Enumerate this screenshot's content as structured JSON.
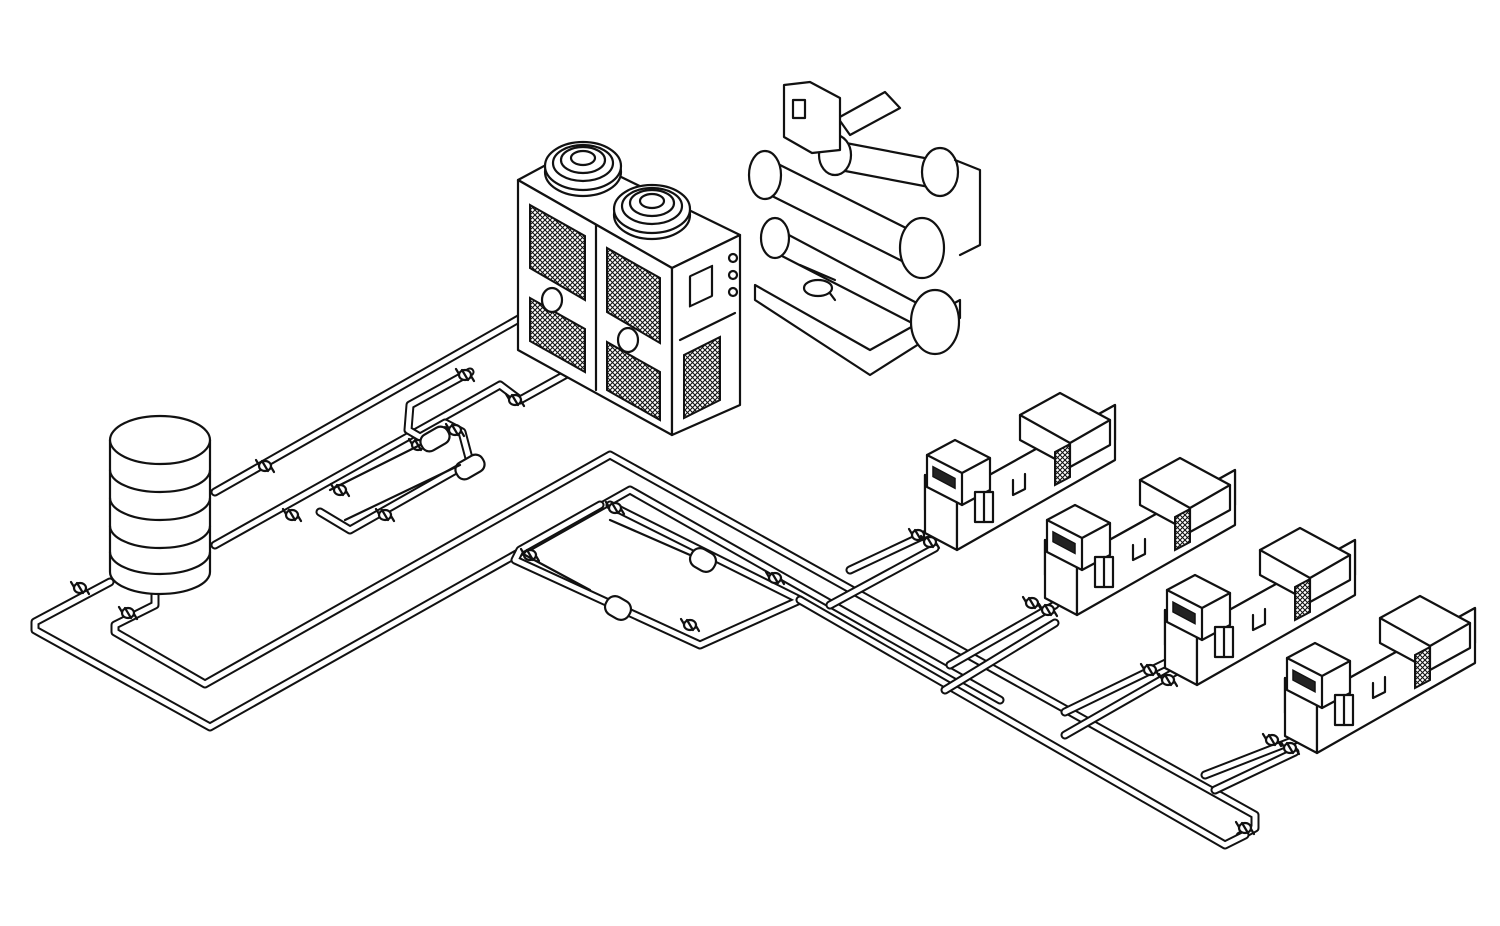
{
  "diagram": {
    "kind": "isometric HVAC chilled-water piping schematic",
    "style": "black line art on white",
    "components": [
      {
        "name": "water-storage-tank",
        "icon": "cylindrical-tank-icon"
      },
      {
        "name": "air-cooled-chiller",
        "icon": "dual-fan-chiller-icon"
      },
      {
        "name": "water-cooled-screw-chiller",
        "icon": "screw-chiller-icon"
      },
      {
        "name": "primary-pump-group",
        "icon": "pump-pair-icon"
      },
      {
        "name": "secondary-pump-group",
        "icon": "pump-pair-icon"
      },
      {
        "name": "air-handling-unit-1",
        "icon": "ahu-icon"
      },
      {
        "name": "air-handling-unit-2",
        "icon": "ahu-icon"
      },
      {
        "name": "air-handling-unit-3",
        "icon": "ahu-icon"
      },
      {
        "name": "air-handling-unit-4",
        "icon": "ahu-icon"
      }
    ],
    "colors": {
      "line": "#111111",
      "background": "#ffffff"
    }
  }
}
